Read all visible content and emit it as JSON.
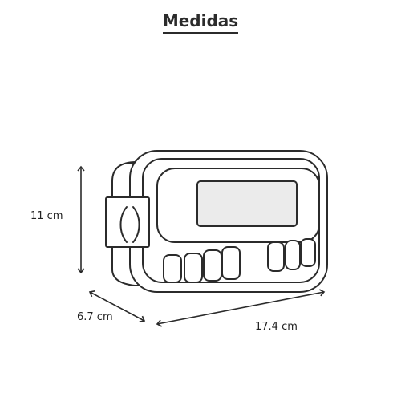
{
  "title": "Medidas",
  "dimensions": {
    "height": "11 cm",
    "depth": "6.7 cm",
    "width": "17.4 cm"
  },
  "colors": {
    "line": "#2b2b2b",
    "display_screen": "#ebebeb",
    "background": "#ffffff"
  },
  "icons": {
    "product": "digital-timer-icon",
    "arrows": "double-headed-arrow-icon"
  }
}
